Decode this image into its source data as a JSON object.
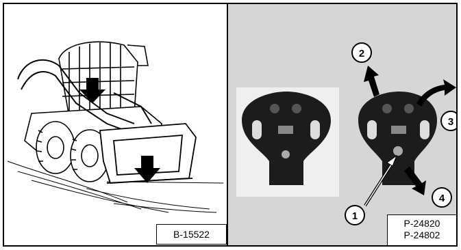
{
  "left_figure": {
    "label": "B-15522"
  },
  "right_figure": {
    "labels": [
      "P-24820",
      "P-24802"
    ],
    "callouts": [
      "1",
      "2",
      "3",
      "4"
    ]
  }
}
